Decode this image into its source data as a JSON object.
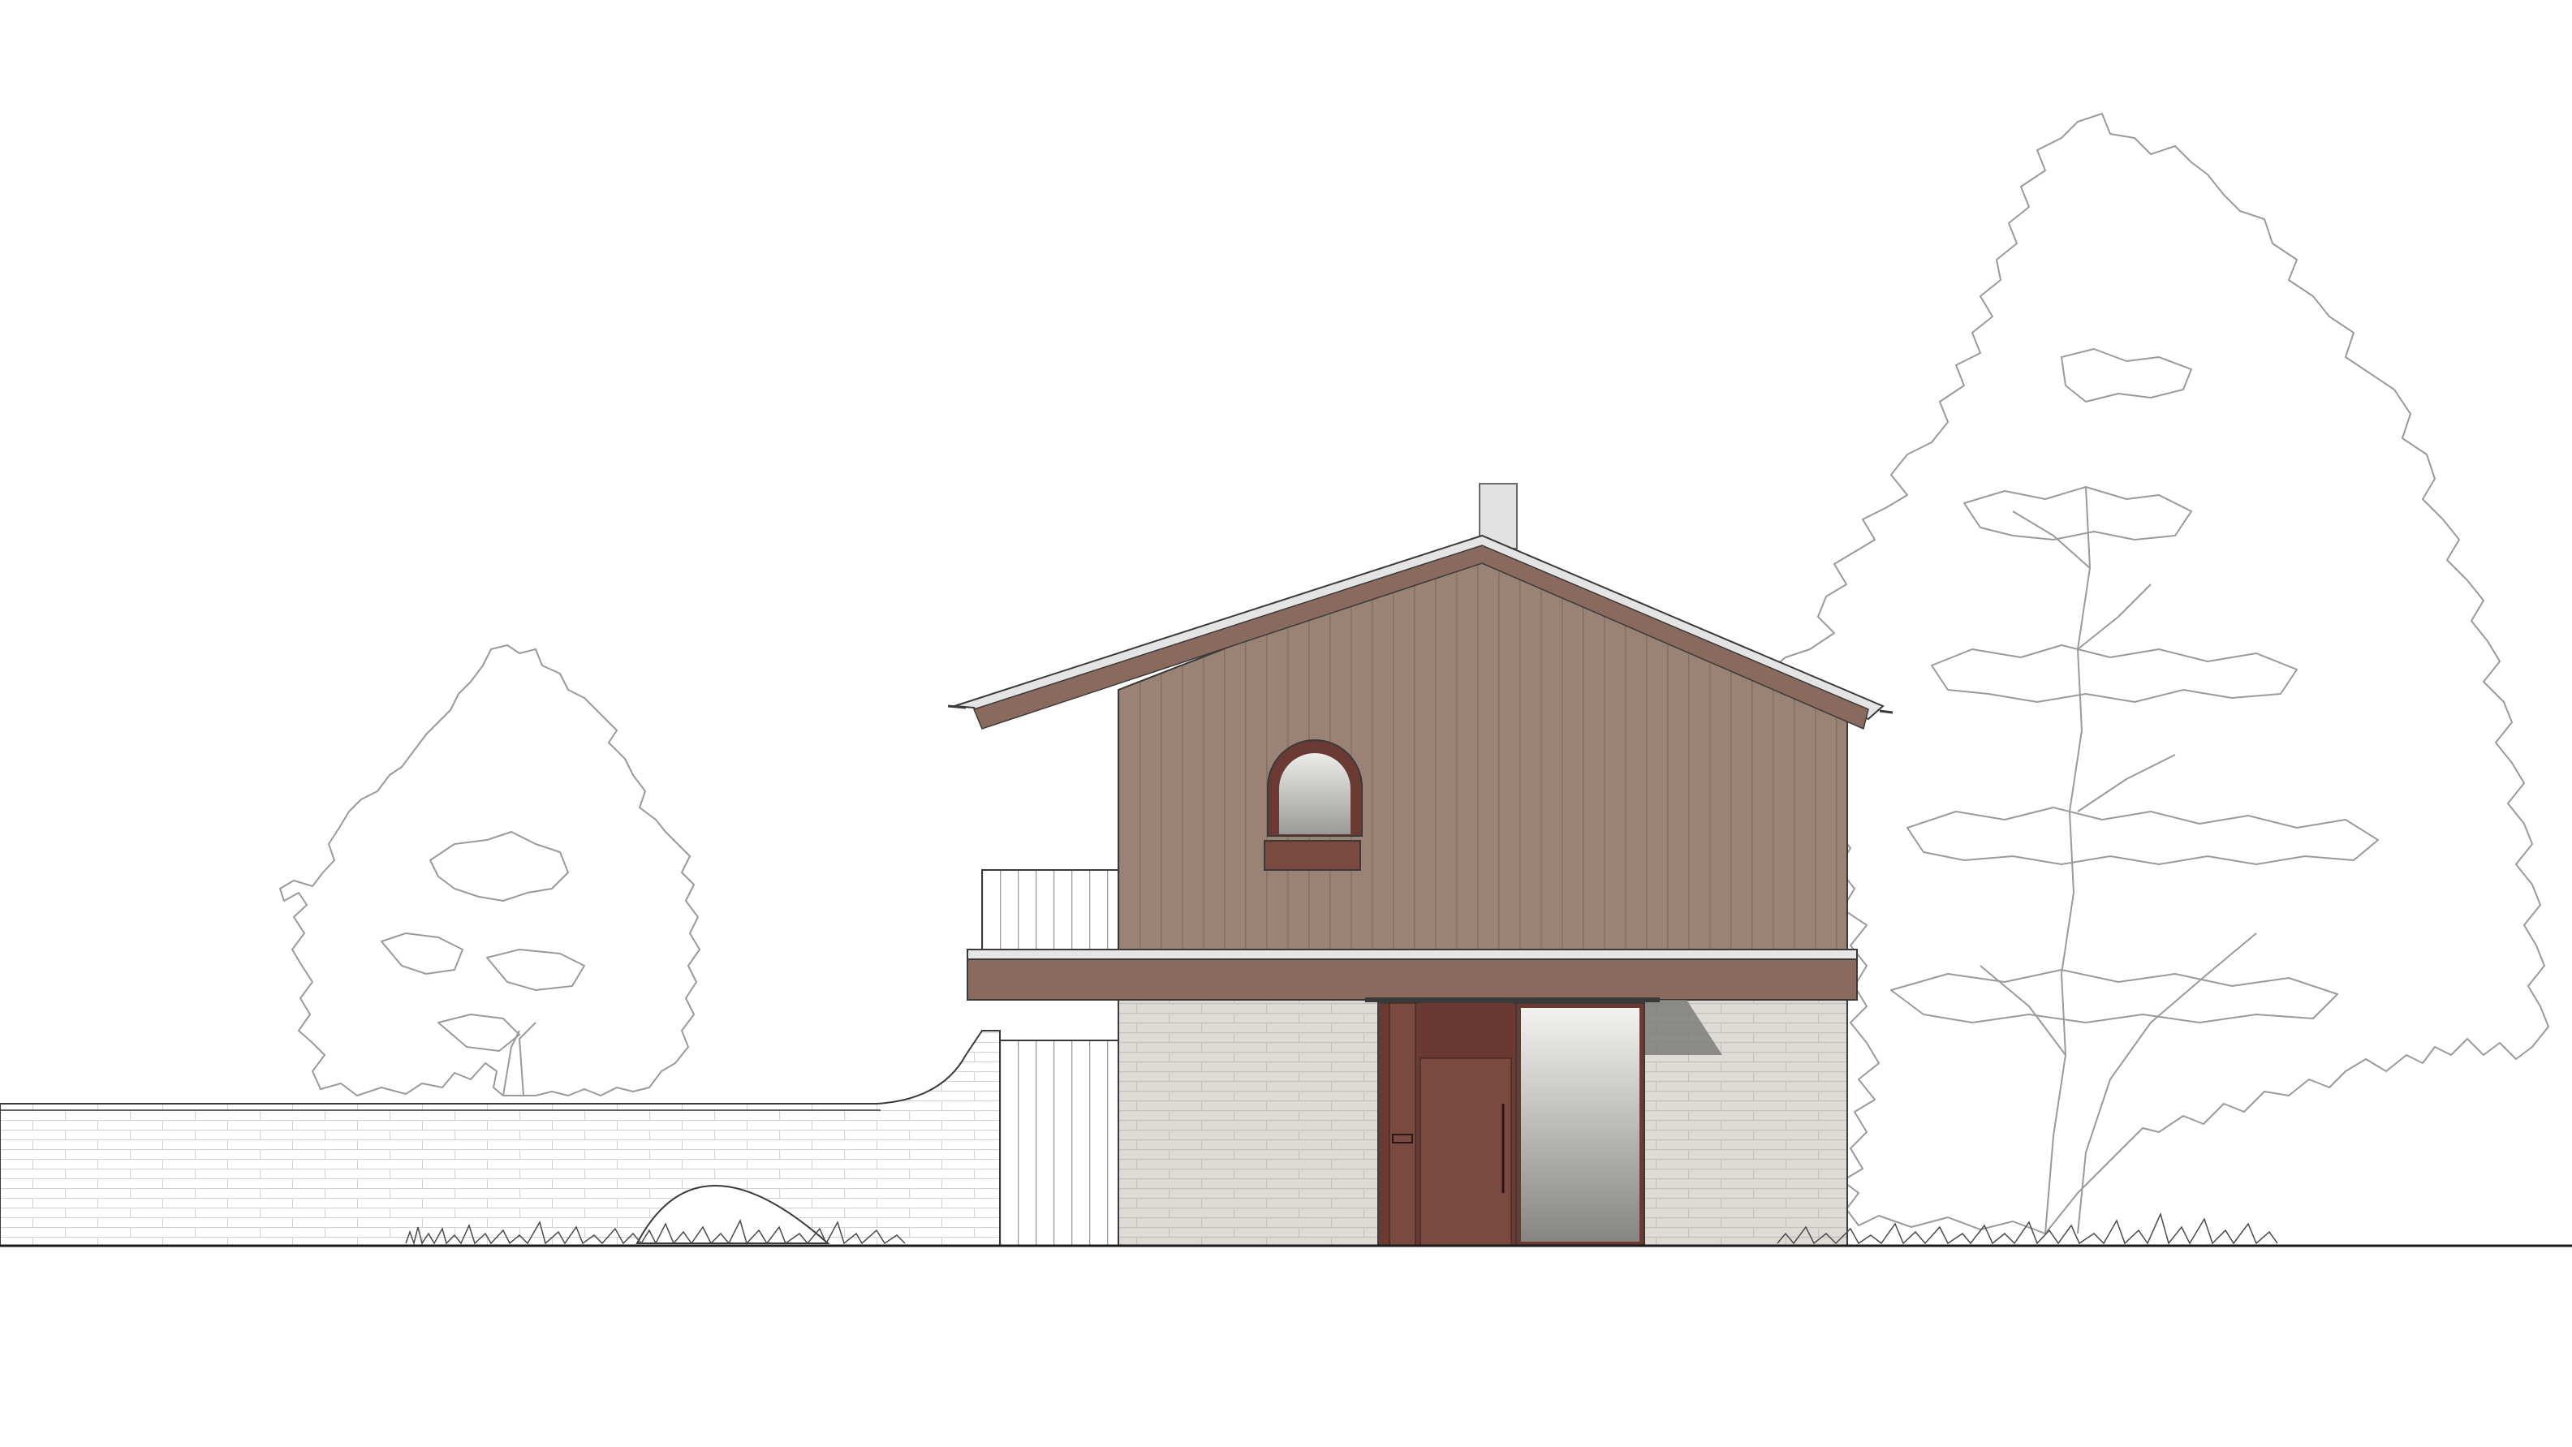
{
  "drawing": {
    "type": "architectural-elevation",
    "view": "front elevation",
    "colors": {
      "timber_cladding": "#9a8274",
      "cladding_line": "#8a7264",
      "roof_edge": "#c9c9c9",
      "fascia": "#8a6a5c",
      "brick": "#dedad6",
      "brick_joint": "#c6c0bb",
      "door": "#7a4a40",
      "frame": "#6b3a33",
      "glazing_top": "#ececec",
      "glazing_bottom": "#8a8a86",
      "chimney": "#e2e2e2",
      "outline": "#3a3a3a",
      "tree_outline": "#9a9a9a",
      "ground": "#1a1a1a"
    },
    "elements": [
      "gable-house",
      "chimney",
      "arched-window",
      "balcony-railing",
      "entrance-door",
      "glazed-panel",
      "garden-wall",
      "wall-arch",
      "side-gate",
      "tree-left",
      "tree-right",
      "grass",
      "ground-line"
    ]
  }
}
